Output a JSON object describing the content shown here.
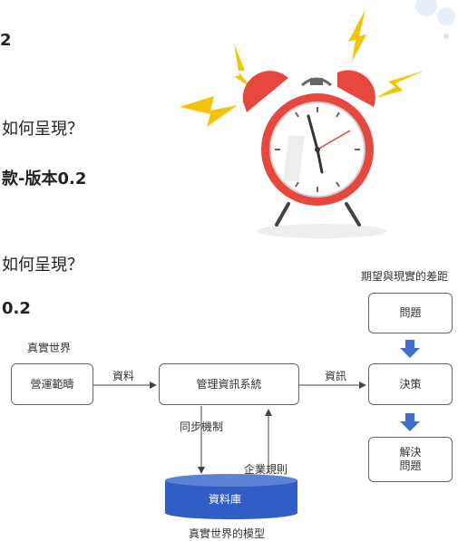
{
  "slide": {
    "line1": "2",
    "line2": "如何呈現？",
    "line3": "款-版本0.2",
    "line4": "如何呈現？",
    "line5": "0.2"
  },
  "diagram": {
    "top_right_label": "期望與現實的差距",
    "real_world_label": "真實世界",
    "operating_scope": "營運範疇",
    "data_label": "資料",
    "mis": "管理資訊系統",
    "information_label": "資訊",
    "decision": "決策",
    "problem": "問題",
    "solve_problem": "解決\n問題",
    "sync_mechanism": "同步機制",
    "business_rules": "企業規則",
    "database": "資料庫",
    "model_label": "真實世界的模型"
  },
  "colors": {
    "arrow_blue": "#3f6fcf",
    "db_blue": "#2f5fc4",
    "clock_red": "#e8473e",
    "bolt_yellow": "#f5c400"
  },
  "icons": [
    "alarm-clock-icon",
    "lightning-bolt-icon",
    "down-arrow-icon"
  ]
}
